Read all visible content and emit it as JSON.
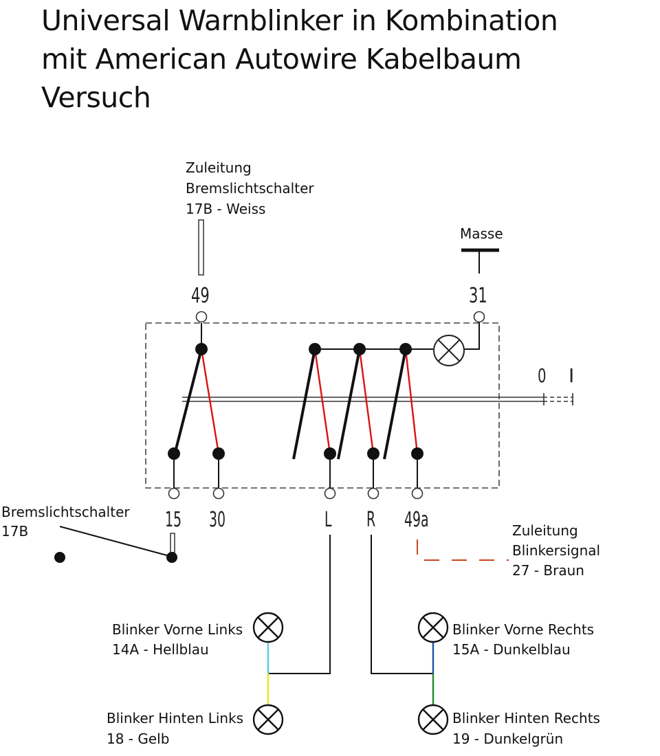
{
  "title_lines": [
    "Universal Warnblinker in Kombination",
    "mit American Autowire Kabelbaum",
    "Versuch"
  ],
  "feed_brake": [
    "Zuleitung",
    "Bremslichtschalter",
    "17B - Weiss"
  ],
  "ground": "Masse",
  "terminals": {
    "t49": "49",
    "t31": "31",
    "t15": "15",
    "t30": "30",
    "tL": "L",
    "tR": "R",
    "t49a": "49a"
  },
  "switch_positions": [
    "0",
    "I"
  ],
  "brake_switch": [
    "Bremslichtschalter",
    "17B"
  ],
  "feed_blinker": [
    "Zuleitung",
    "Blinkersignal",
    "27 - Braun"
  ],
  "lamps": {
    "front_left": [
      "Blinker Vorne Links",
      "14A - Hellblau"
    ],
    "rear_left": [
      "Blinker Hinten Links",
      "18 - Gelb"
    ],
    "front_right": [
      "Blinker Vorne Rechts",
      "15A - Dunkelblau"
    ],
    "rear_right": [
      "Blinker Hinten Rechts",
      "19 - Dunkelgrün"
    ]
  },
  "colors": {
    "red_link": "#dd1111",
    "light_blue": "#5cc8ee",
    "yellow": "#f2e21c",
    "dark_blue": "#1f4fa8",
    "dark_green": "#1f8a2a",
    "brown": "#c8451a"
  }
}
